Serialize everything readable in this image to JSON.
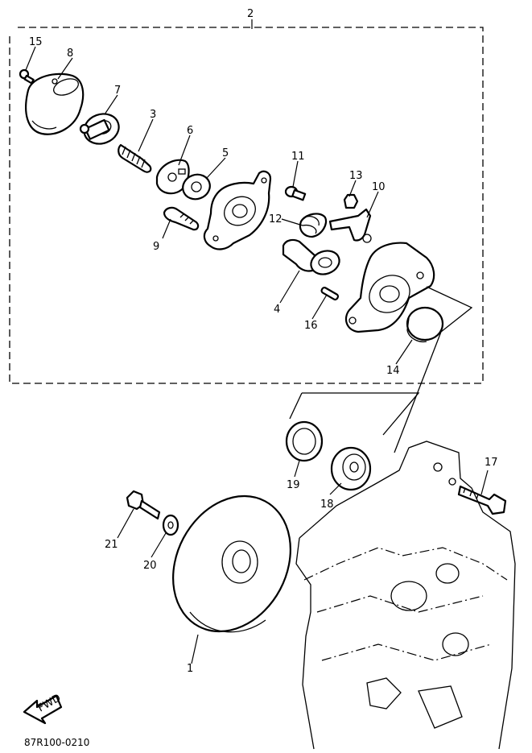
{
  "diagram": {
    "assembly_label": "2",
    "drawing_code": "87R100-0210",
    "fwd_label": "FWD",
    "callouts": {
      "p1": "1",
      "p3": "3",
      "p4": "4",
      "p5": "5",
      "p6": "6",
      "p7": "7",
      "p8": "8",
      "p9": "9",
      "p10": "10",
      "p11": "11",
      "p12": "12",
      "p13": "13",
      "p14": "14",
      "p15": "15",
      "p16": "16",
      "p17": "17",
      "p18": "18",
      "p19": "19",
      "p20": "20",
      "p21": "21"
    }
  }
}
